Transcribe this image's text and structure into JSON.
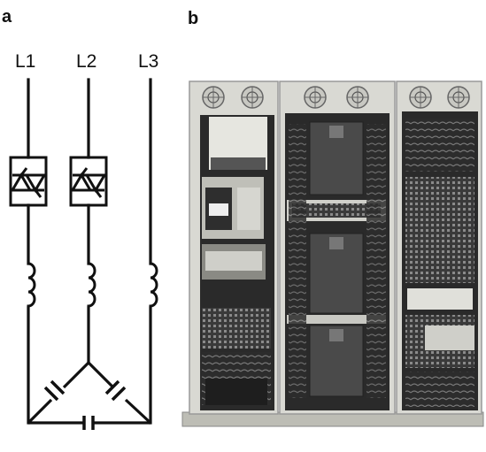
{
  "panels": {
    "a_label": "a",
    "b_label": "b"
  },
  "lines": [
    "L1",
    "L2",
    "L3"
  ],
  "colors": {
    "wire": "#111111",
    "cabinet_frame": "#dcdcd6",
    "cabinet_dark": "#2a2a2a",
    "drive_module": "#4a4a4a"
  },
  "icons": {
    "thyristor": "thyristor-pair-icon",
    "inductor": "coil-icon",
    "capacitor": "capacitor-icon",
    "fan": "fan-icon"
  }
}
